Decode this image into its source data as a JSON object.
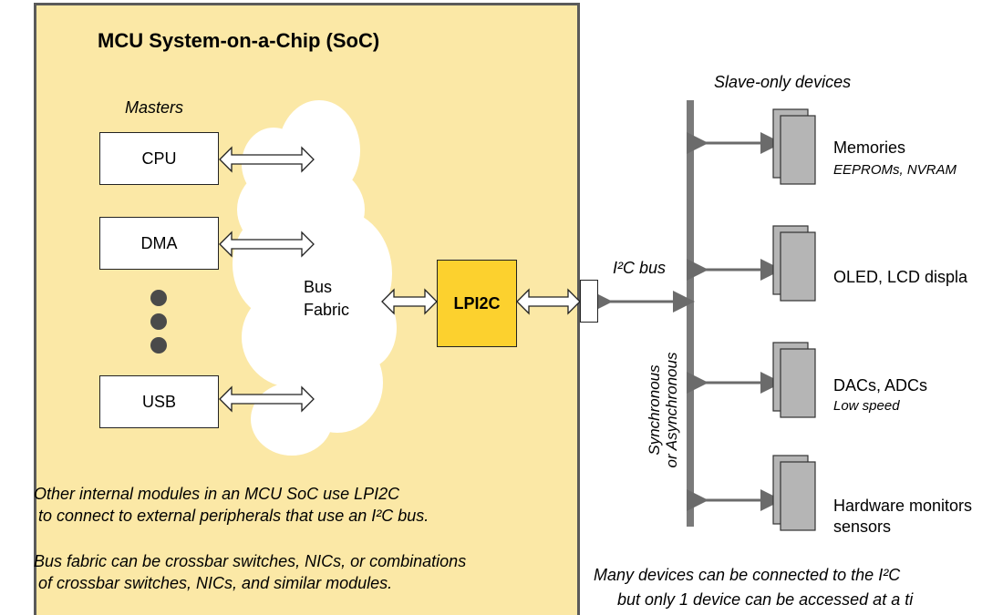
{
  "soc": {
    "title": "MCU System-on-a-Chip (SoC)",
    "masters_label": "Masters",
    "masters": [
      {
        "name": "CPU"
      },
      {
        "name": "DMA"
      },
      {
        "name": "USB"
      }
    ],
    "bus_fabric_line1": "Bus",
    "bus_fabric_line2": "Fabric",
    "lpi2c_label": "LPI2C",
    "note1_line1": "Other internal modules in an MCU SoC use LPI2C",
    "note1_line2": " to connect to external peripherals that use an I²C bus.",
    "note2_line1": "Bus fabric can be crossbar switches, NICs, or combinations",
    "note2_line2": " of crossbar switches, NICs, and similar modules."
  },
  "bus": {
    "label": "I²C bus",
    "vertical_line1": "Synchronous",
    "vertical_line2": "or Asynchronous"
  },
  "slaves": {
    "label": "Slave-only devices",
    "devices": [
      {
        "name": "Memories",
        "sub": "EEPROMs, NVRAM"
      },
      {
        "name": "OLED, LCD displa",
        "sub": ""
      },
      {
        "name": "DACs, ADCs",
        "sub": "Low speed"
      },
      {
        "name": "Hardware monitors",
        "sub": "sensors"
      }
    ]
  },
  "footer": {
    "line1": "Many devices can be connected to the I²C",
    "line2": "but only 1 device can be accessed at a ti"
  },
  "colors": {
    "soc_fill": "#fbe8a6",
    "lpi2c_fill": "#fcd12e",
    "device_fill": "#b5b5b5",
    "arrow_gray": "#6b6b6b"
  }
}
